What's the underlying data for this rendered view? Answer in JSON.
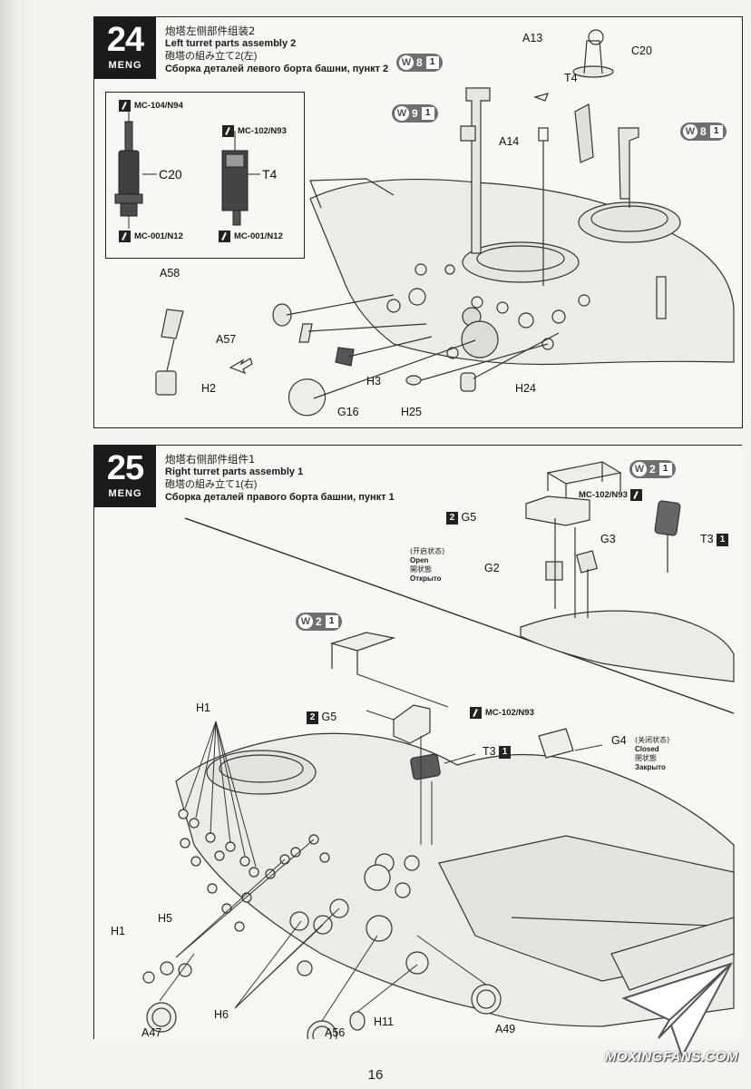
{
  "steps": [
    {
      "number": "24",
      "brand": "MENG",
      "title_zh": "炮塔左侧部件组装2",
      "title_en": "Left turret parts assembly 2",
      "title_ja": "砲塔の組み立て2(左)",
      "title_ru": "Сборка деталей левого борта башни, пункт 2",
      "paint_guide": {
        "top_left_code": "MC-104/N94",
        "top_right_code": "MC-102/N93",
        "left_part": "C20",
        "right_part": "T4",
        "bottom_left_code": "MC-001/N12",
        "bottom_right_code": "MC-001/N12"
      },
      "decals": [
        {
          "letter": "W",
          "count": "8",
          "mark": "1"
        },
        {
          "letter": "W",
          "count": "9",
          "mark": "1"
        },
        {
          "letter": "W",
          "count": "8",
          "mark": "1"
        }
      ],
      "parts": [
        "A13",
        "C20",
        "T4",
        "A14",
        "A58",
        "A57",
        "H2",
        "H3",
        "G16",
        "H25",
        "H24"
      ]
    },
    {
      "number": "25",
      "brand": "MENG",
      "title_zh": "炮塔右侧部件组件1",
      "title_en": "Right turret parts assembly 1",
      "title_ja": "砲塔の組み立て1(右)",
      "title_ru": "Сборка деталей правого борта башни, пункт 1",
      "decals": [
        {
          "letter": "W",
          "count": "2",
          "mark": "1"
        },
        {
          "letter": "W",
          "count": "2",
          "mark": "1"
        }
      ],
      "paint_codes": [
        "MC-102/N93",
        "MC-102/N93"
      ],
      "open_state": {
        "zh": "(开启状态)",
        "en": "Open",
        "ja": "開状態",
        "ru": "Открыто"
      },
      "closed_state": {
        "zh": "(关闭状态)",
        "en": "Closed",
        "ja": "閉状態",
        "ru": "Закрыто"
      },
      "badges": [
        "2",
        "1",
        "2",
        "1"
      ],
      "parts": [
        "G5",
        "G3",
        "G2",
        "T3",
        "G5",
        "G4",
        "T3",
        "H1",
        "H5",
        "H1",
        "H6",
        "A47",
        "A56",
        "H11",
        "A49"
      ]
    }
  ],
  "page_number": "16",
  "watermark": "MOXINGFANS.COM"
}
